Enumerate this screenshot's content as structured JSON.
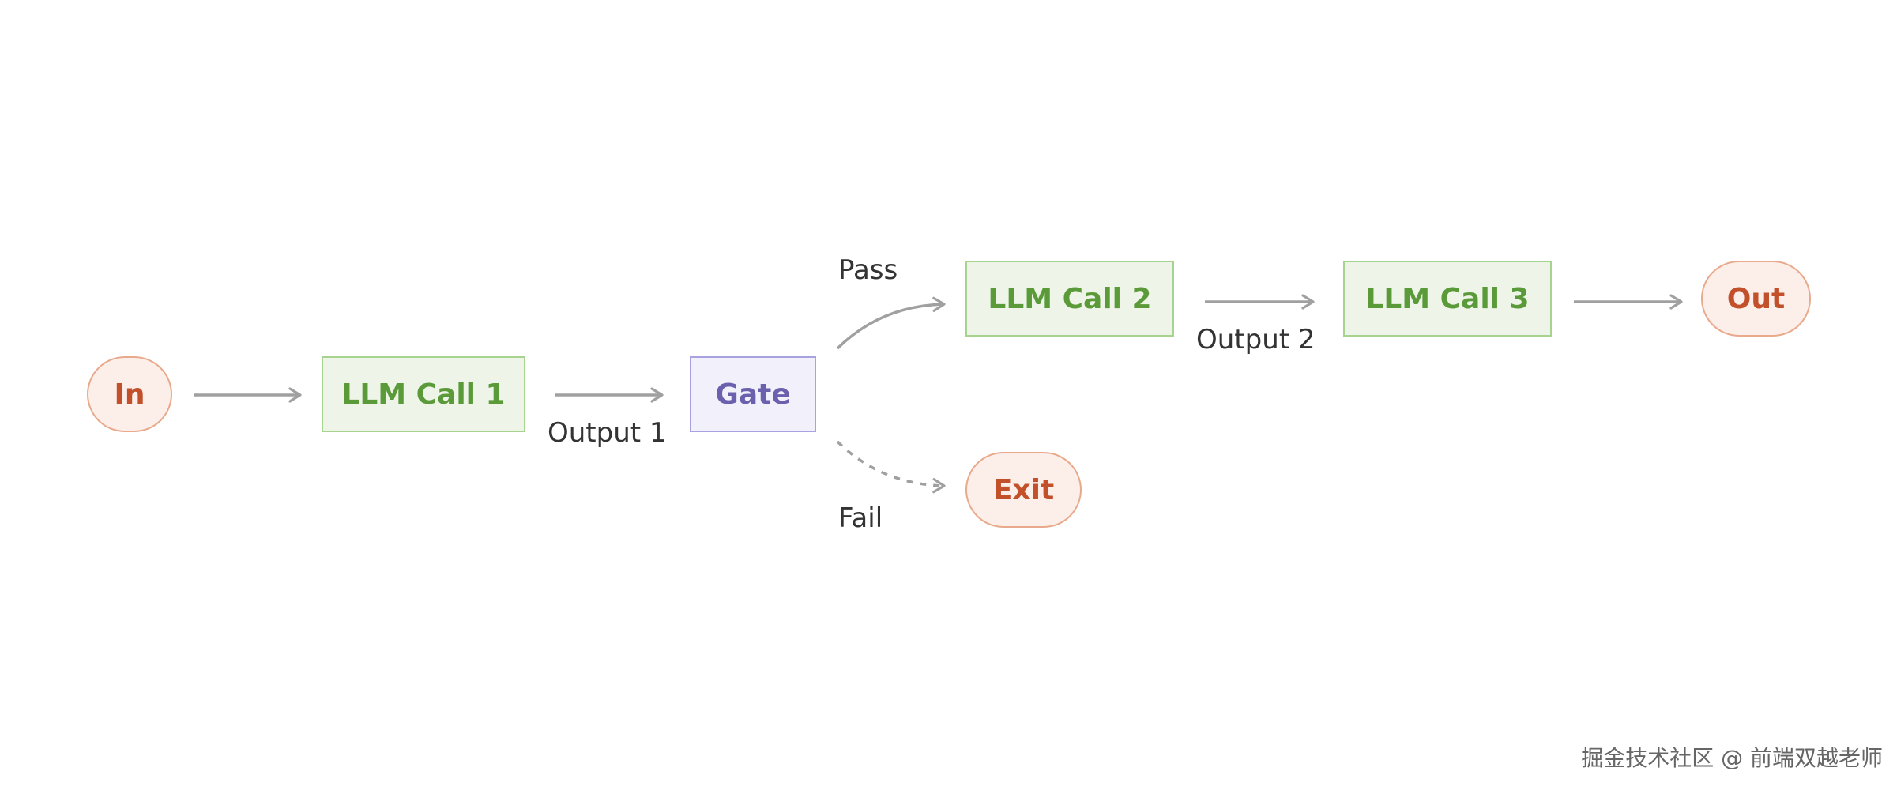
{
  "nodes": {
    "in": "In",
    "llm_call_1": "LLM Call 1",
    "gate": "Gate",
    "llm_call_2": "LLM Call 2",
    "llm_call_3": "LLM Call 3",
    "out": "Out",
    "exit": "Exit"
  },
  "edge_labels": {
    "output_1": "Output 1",
    "pass": "Pass",
    "fail": "Fail",
    "output_2": "Output 2"
  },
  "colors": {
    "terminal_fill": "#fcefe9",
    "terminal_stroke": "#e9a98c",
    "terminal_text": "#c2502b",
    "llm_fill": "#eef5e8",
    "llm_stroke": "#a6d48e",
    "llm_text": "#5a9a39",
    "gate_fill": "#f2f1fb",
    "gate_stroke": "#a9a2e2",
    "gate_text": "#6a60ae",
    "arrow": "#a0a0a0"
  },
  "watermark": "掘金技术社区 @ 前端双越老师"
}
